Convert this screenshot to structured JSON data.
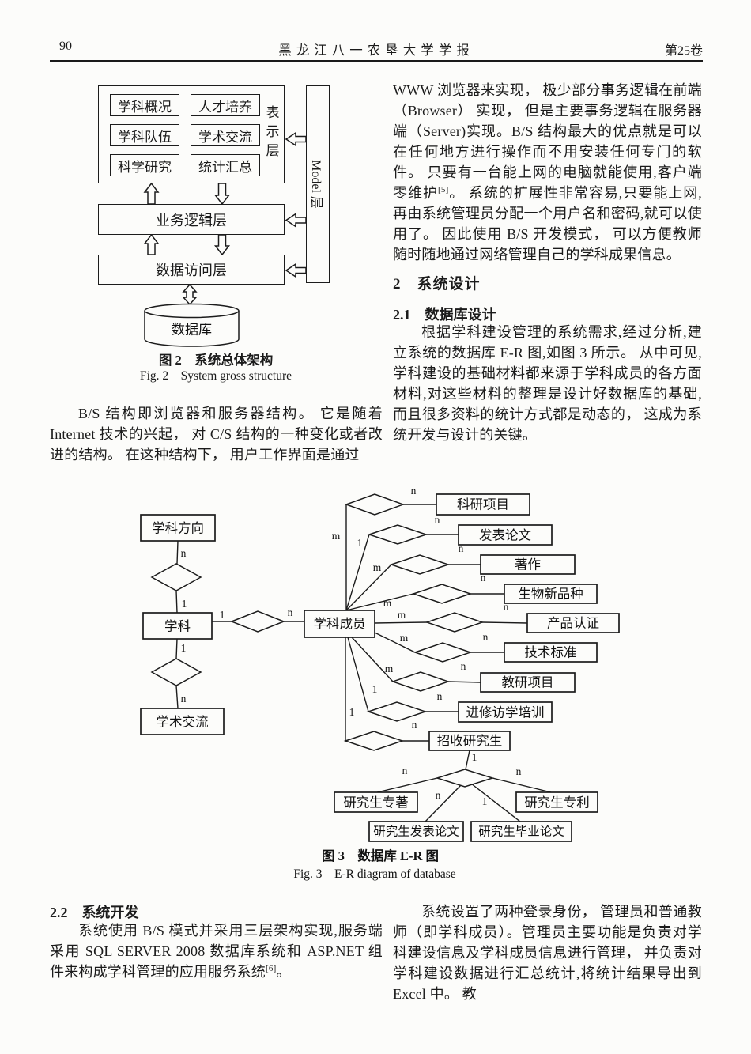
{
  "header": {
    "page_number": "90",
    "journal_title": "黑龙江八一农垦大学学报",
    "volume": "第25卷"
  },
  "left_column": {
    "para_bs": "B/S 结构即浏览器和服务器结构。 它是随着 Internet 技术的兴起， 对 C/S 结构的一种变化或者改进的结构。 在这种结构下， 用户工作界面是通过",
    "section_2_2_heading": "2.2　系统开发",
    "para_dev_a": "系统使用 B/S 模式并采用三层架构实现,服务端采用 SQL SERVER 2008 数据库系统和 ASP.NET 组件来构成学科管理的应用服务系统",
    "para_dev_sup": "[6]",
    "para_dev_b": "。"
  },
  "right_column": {
    "para_www_a": "WWW 浏览器来实现， 极少部分事务逻辑在前端（Browser） 实现， 但是主要事务逻辑在服务器端（Server)实现。B/S 结构最大的优点就是可以在任何地方进行操作而不用安装任何专门的软件。 只要有一台能上网的电脑就能使用,客户端零维护",
    "para_www_sup": "[5]",
    "para_www_b": "。 系统的扩展性非常容易,只要能上网,再由系统管理员分配一个用户名和密码,就可以使用了。 因此使用 B/S 开发模式， 可以方便教师随时随地通过网络管理自己的学科成果信息。",
    "section_2_heading": "2　系统设计",
    "section_2_1_heading": "2.1　数据库设计",
    "para_db": "根据学科建设管理的系统需求,经过分析,建立系统的数据库 E-R 图,如图 3 所示。 从中可见,学科建设的基础材料都来源于学科成员的各方面材料,对这些材料的整理是设计好数据库的基础, 而且很多资料的统计方式都是动态的， 这成为系统开发与设计的关键。",
    "para_roles": "系统设置了两种登录身份， 管理员和普通教师（即学科成员）。管理员主要功能是负责对学科建设信息及学科成员信息进行管理， 并负责对学科建设数据进行汇总统计,将统计结果导出到 Excel 中。 教"
  },
  "fig2": {
    "modules": [
      "学科概况",
      "人才培养",
      "学科队伍",
      "学术交流",
      "科学研究",
      "统计汇总"
    ],
    "presentation_layer": "表示层",
    "model_layer": "Model 层",
    "business_layer": "业务逻辑层",
    "data_access_layer": "数据访问层",
    "database": "数据库",
    "caption_zh": "图 2　系统总体架构",
    "caption_en": "Fig. 2　System gross structure"
  },
  "fig3": {
    "caption_zh": "图 3　数据库 E-R 图",
    "caption_en": "Fig. 3　E-R diagram of database",
    "entities": {
      "direction": "学科方向",
      "subject": "学科",
      "exchange": "学术交流",
      "member": "学科成员",
      "sci_project": "科研项目",
      "papers": "发表论文",
      "works": "著作",
      "bio_variety": "生物新品种",
      "product_cert": "产品认证",
      "tech_standard": "技术标准",
      "teach_project": "教研项目",
      "training": "进修访学培训",
      "recruit": "招收研究生",
      "grad_monograph": "研究生专著",
      "grad_patent": "研究生专利",
      "grad_papers": "研究生发表论文",
      "grad_thesis": "研究生毕业论文"
    },
    "card": {
      "dir_n": "n",
      "dir_1": "1",
      "subj_1": "1",
      "subj_n": "n",
      "exch_1": "1",
      "exch_n": "n",
      "f1_m": "m",
      "f1_n": "n",
      "f2_1": "1",
      "f2_n": "n",
      "f3_m": "m",
      "f3_n": "n",
      "f4_m": "m",
      "f4_n": "n",
      "f5_m": "m",
      "f5_n": "n",
      "f6_m": "m",
      "f6_n": "n",
      "f7_m": "m",
      "f7_n": "n",
      "f8_1": "1",
      "f8_n": "n",
      "f9_1": "1",
      "f9_n": "n",
      "g_1": "1",
      "g_mono_n": "n",
      "g_patent_n": "n",
      "g_papers_n": "n",
      "g_thesis_1": "1"
    }
  }
}
